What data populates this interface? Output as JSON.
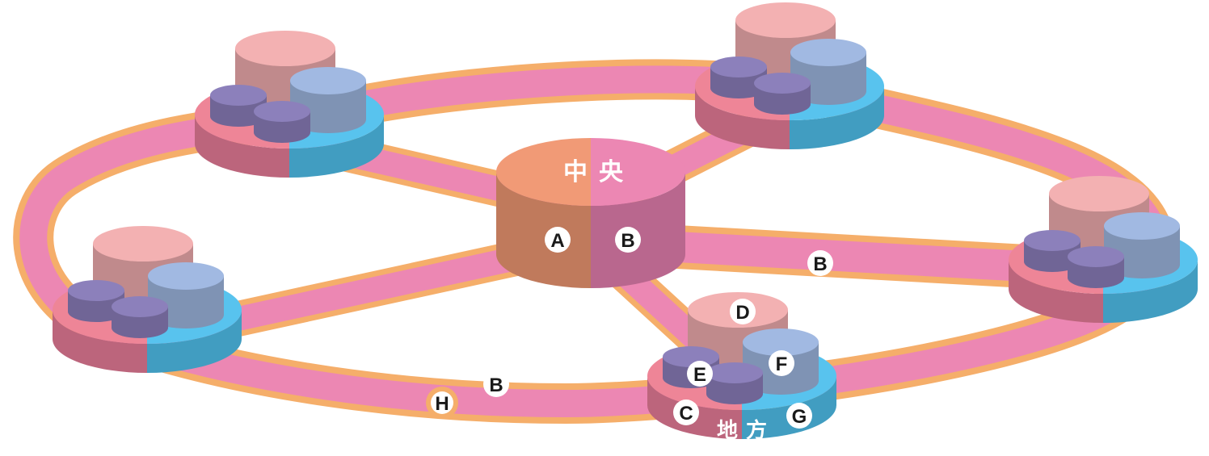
{
  "diagram": {
    "central_node": {
      "title_chars": [
        "中",
        "央"
      ],
      "left_label": "A",
      "right_label": "B"
    },
    "local_node": {
      "title_chars": [
        "地",
        "方"
      ],
      "labels": {
        "base_left": "C",
        "tall_cylinder": "D",
        "small_cylinder": "E",
        "blue_cylinder": "F",
        "base_right": "G"
      }
    },
    "link_labels": {
      "spoke_right": "B",
      "ring_bottom": "B",
      "ring_marker": "H"
    },
    "satellite_nodes": [
      "top-left",
      "top-right",
      "right",
      "left",
      "bottom"
    ],
    "colors": {
      "link_fill": "#ec87b3",
      "link_border": "#f5ae6a",
      "central_top_left": "#f19a76",
      "central_top_right": "#ec87b3",
      "central_side_left": "#c07a5c",
      "central_side_right": "#b9678e",
      "base_top_left": "#ee8597",
      "base_side_left": "#bc657c",
      "base_top_right": "#58c3ee",
      "base_side_right": "#419dc1",
      "tall_top": "#f3b1b2",
      "tall_side": "#c08a8c",
      "blue_top": "#a1b9e2",
      "blue_side": "#7f93b4",
      "purple_top": "#8c80bb",
      "purple_side": "#706596",
      "label_bg": "#ffffff",
      "label_text": "#1a1a1a"
    }
  }
}
